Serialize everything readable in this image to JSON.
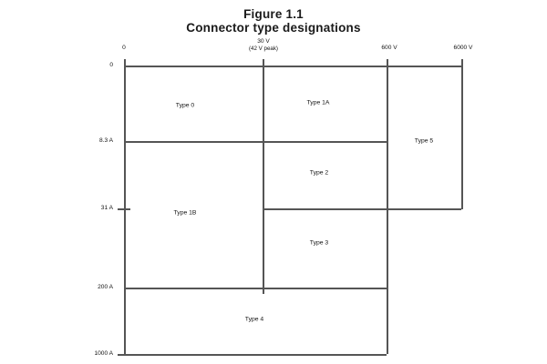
{
  "figure": {
    "title_line_1": "Figure 1.1",
    "title_line_2": "Connector type designations"
  },
  "chart_data": {
    "type": "diagram",
    "title": "Connector type designations",
    "xlabel": "",
    "ylabel": "",
    "x_axis": {
      "name": "voltage",
      "ticks": [
        {
          "label": "0",
          "sub": ""
        },
        {
          "label": "30 V",
          "sub": "(42 V peak)"
        },
        {
          "label": "600 V",
          "sub": ""
        },
        {
          "label": "6000 V",
          "sub": ""
        }
      ]
    },
    "y_axis": {
      "name": "current",
      "ticks": [
        {
          "label": "0"
        },
        {
          "label": "8.3 A"
        },
        {
          "label": "31 A"
        },
        {
          "label": "200 A"
        },
        {
          "label": "1000 A"
        }
      ]
    },
    "regions": [
      {
        "name": "Type 0",
        "voltage_range": "0 - 30 V",
        "current_range": "0 - 8.3 A"
      },
      {
        "name": "Type 1A",
        "voltage_range": "30 - 600 V",
        "current_range": "0 - 8.3 A"
      },
      {
        "name": "Type 1B",
        "voltage_range": "0 - 30 V",
        "current_range": "8.3 - 200 A"
      },
      {
        "name": "Type 2",
        "voltage_range": "30 - 600 V",
        "current_range": "8.3 - 31 A"
      },
      {
        "name": "Type 3",
        "voltage_range": "30 - 600 V",
        "current_range": "31 - 200 A"
      },
      {
        "name": "Type 4",
        "voltage_range": "0 - 600 V",
        "current_range": "200 - 1000 A"
      },
      {
        "name": "Type 5",
        "voltage_range": "600 - 6000 V",
        "current_range": "0 - 31 A"
      }
    ]
  },
  "colors": {
    "background": "#ffffff",
    "line": "#555555",
    "text": "#111111"
  }
}
